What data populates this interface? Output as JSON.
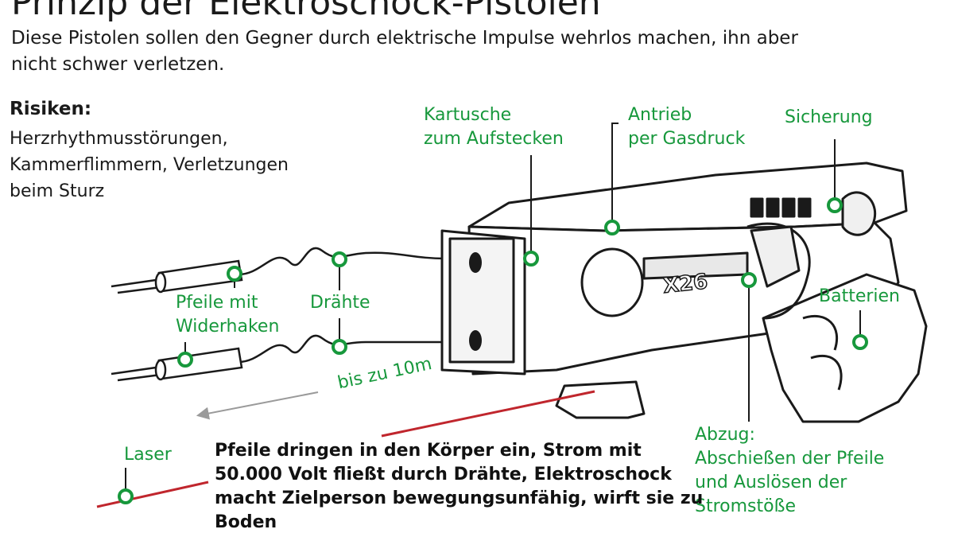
{
  "header": {
    "title": "Prinzip der Elektroschock-Pistolen",
    "subtitle": "Diese Pistolen sollen den Gegner durch elektrische Impulse wehrlos machen, ihn aber nicht schwer verletzen."
  },
  "risks": {
    "heading": "Risiken:",
    "text": "Herzrhythmusstörungen, Kammerflimmern, Verletzungen beim Sturz"
  },
  "labels": {
    "kartusche": "Kartusche\nzum Aufstecken",
    "antrieb": "Antrieb\nper Gasdruck",
    "sicherung": "Sicherung",
    "pfeile": "Pfeile mit\nWiderhaken",
    "draehte": "Drähte",
    "batterien": "Batterien",
    "distance": "bis zu 10m",
    "laser": "Laser",
    "abzug": "Abzug:\nAbschießen der Pfeile\nund Auslösen der\nStromstöße"
  },
  "device_label": "X26",
  "note": "Pfeile dringen in den Körper ein, Strom mit 50.000 Volt fließt durch Drähte, Elektroschock macht Zielperson bewegungsunfähig, wirft sie zu Boden",
  "colors": {
    "accent": "#17983c",
    "laser": "#c0262d",
    "ink": "#1a1a1a",
    "arrow": "#9a9a9a"
  }
}
